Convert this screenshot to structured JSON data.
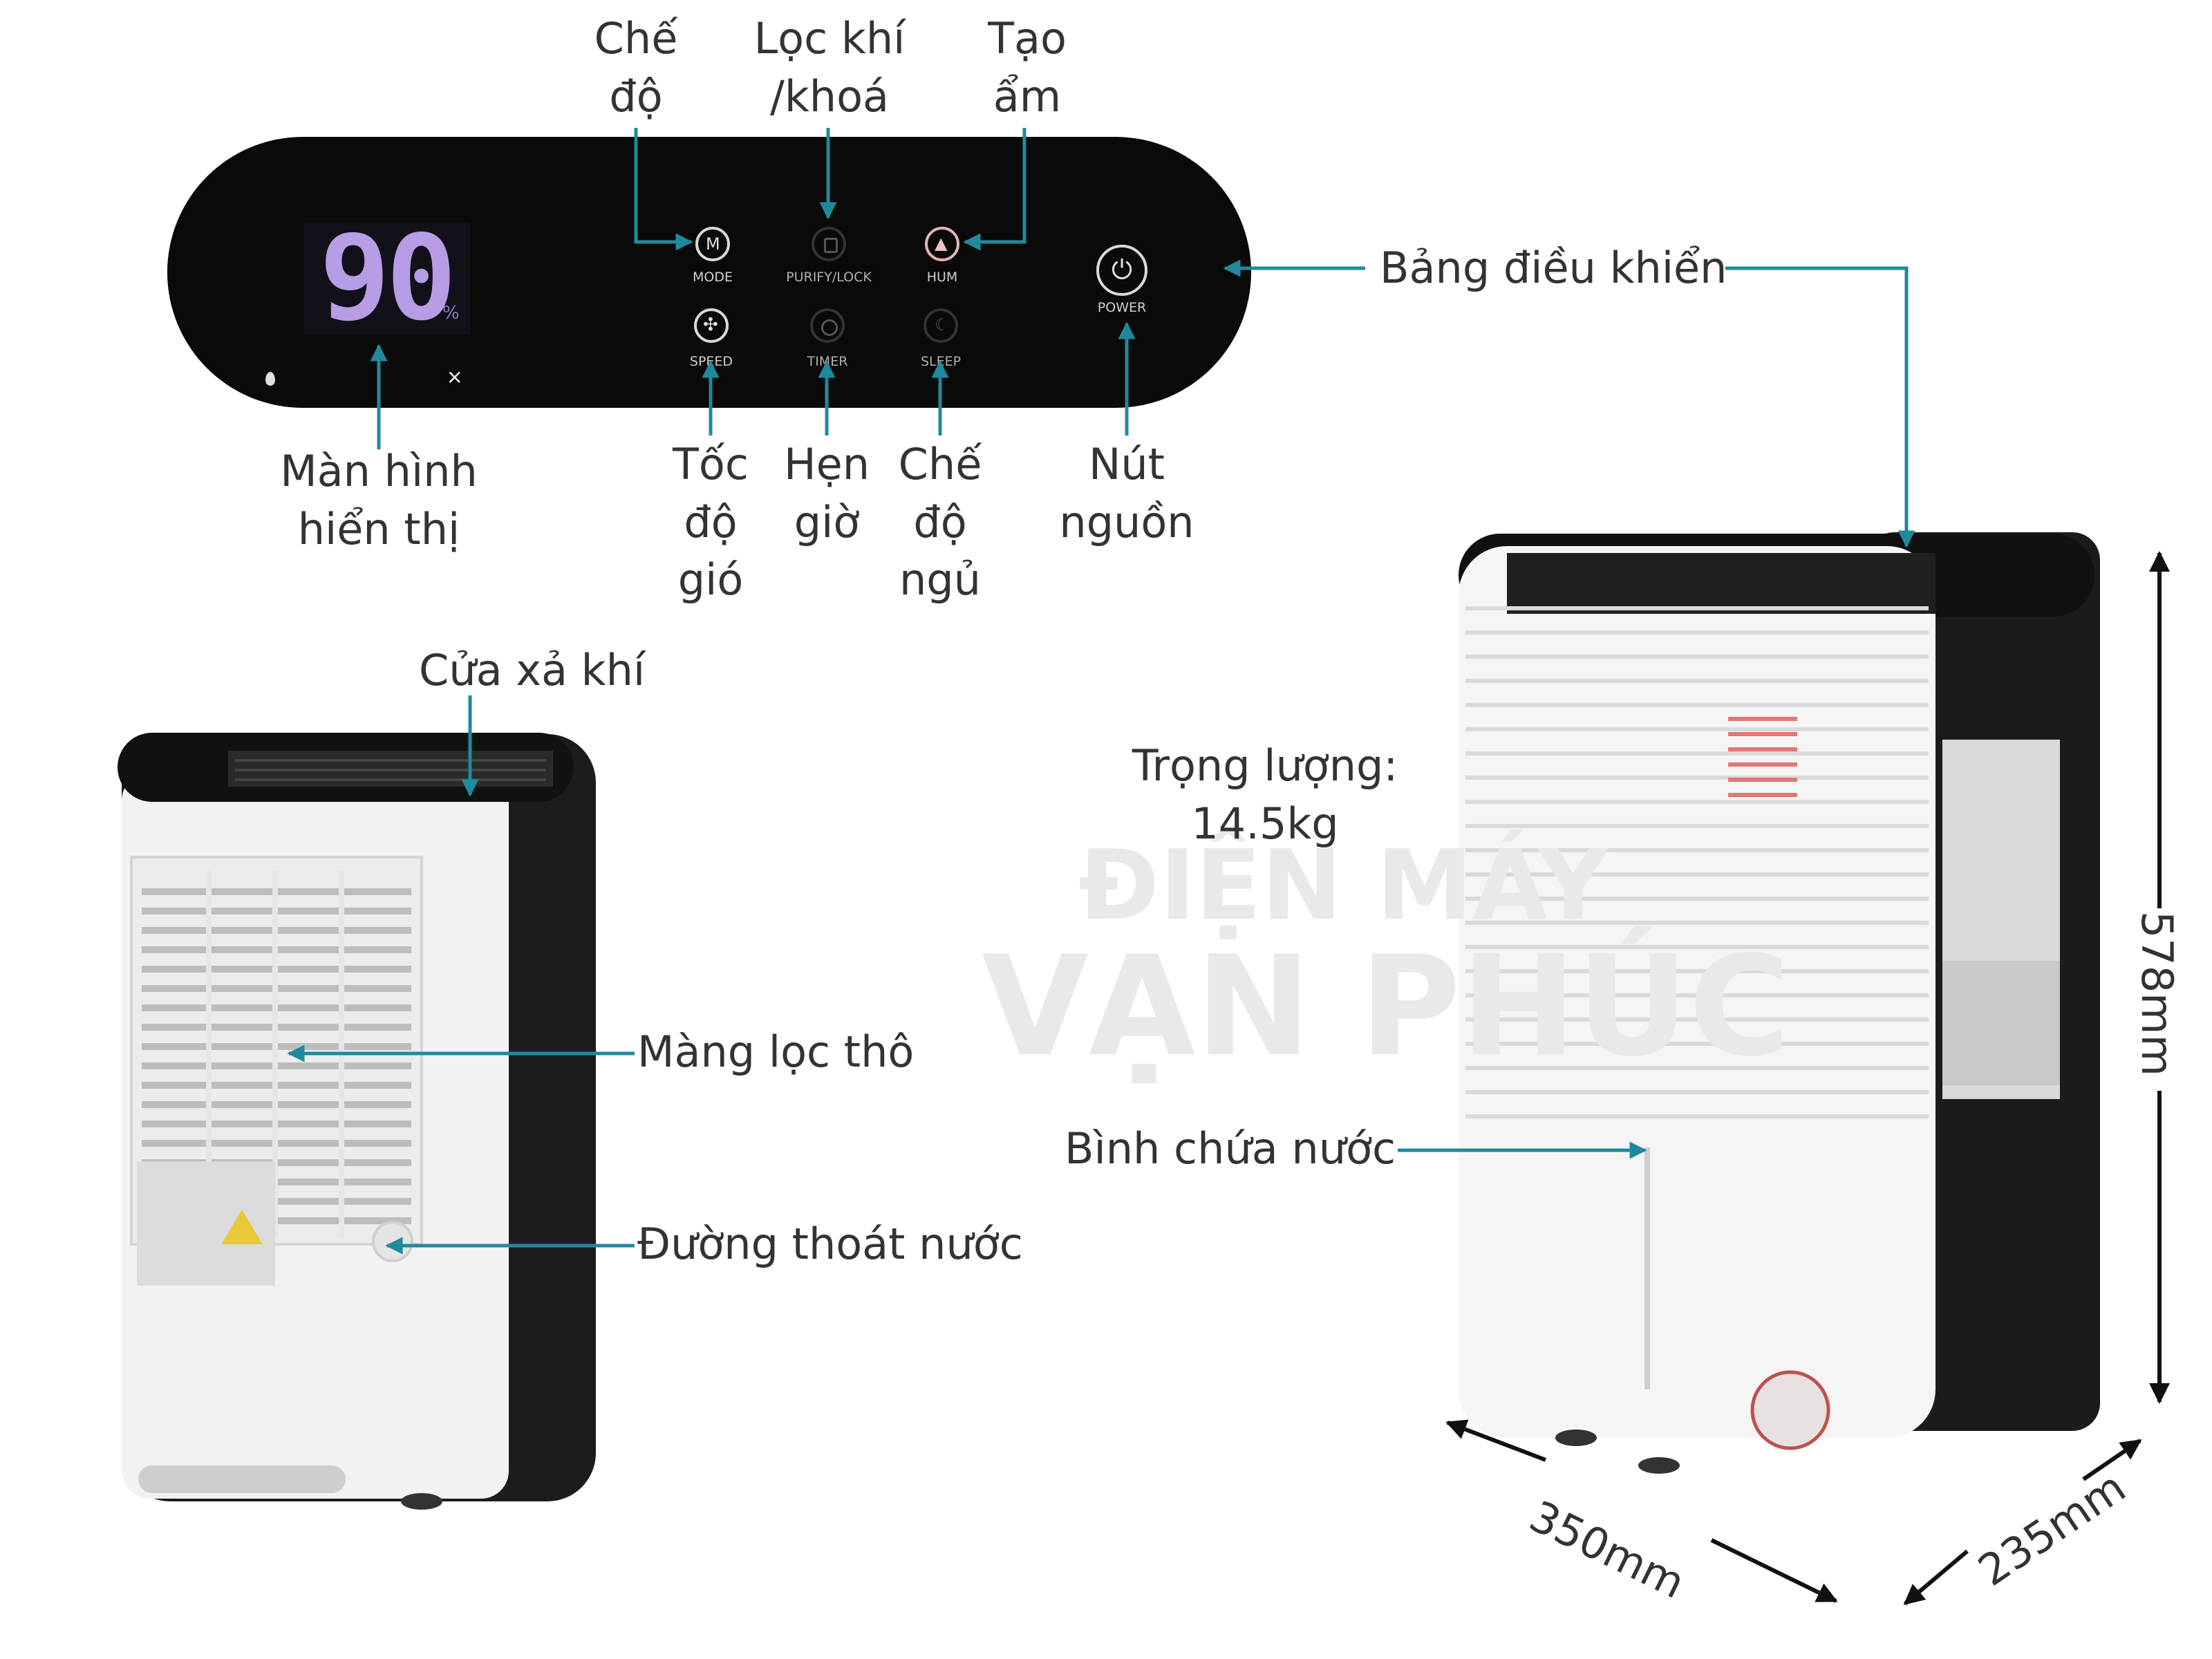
{
  "panel": {
    "display_value": "90",
    "display_unit": "%",
    "buttons": {
      "mode": "MODE",
      "purify_lock": "PURIFY/LOCK",
      "hum": "HUM",
      "speed": "SPEED",
      "timer": "TIMER",
      "sleep": "SLEEP",
      "power": "POWER"
    }
  },
  "labels": {
    "che_do": "Chế\nđộ",
    "loc_khi": "Lọc khí\n/khoá",
    "tao_am": "Tạo\nẩm",
    "bang_dieu_khien": "Bảng điều khiển",
    "man_hinh": "Màn hình\nhiển thị",
    "toc_do_gio": "Tốc\nđộ\ngió",
    "hen_gio": "Hẹn\ngiờ",
    "che_do_ngu": "Chế\nđộ\nngủ",
    "nut_nguon": "Nút\nnguồn",
    "cua_xa_khi": "Cửa xả khí",
    "mang_loc_tho": "Màng lọc thô",
    "duong_thoat_nuoc": "Đường thoát nước",
    "trong_luong": "Trọng lượng:\n14.5kg",
    "binh_chua_nuoc": "Bình chứa nước",
    "height_dim": "578mm",
    "width_dim": "350mm",
    "depth_dim": "235mm"
  },
  "watermark": {
    "line1": "ĐIỆN MÁY",
    "line2": "VẠN PHÚC"
  },
  "colors": {
    "callout": "#1f8a9c",
    "panel_bg": "#0a0a0a",
    "display": "#b79ce6",
    "device_body": "#f4f4f4",
    "device_dark": "#1b1b1b"
  }
}
